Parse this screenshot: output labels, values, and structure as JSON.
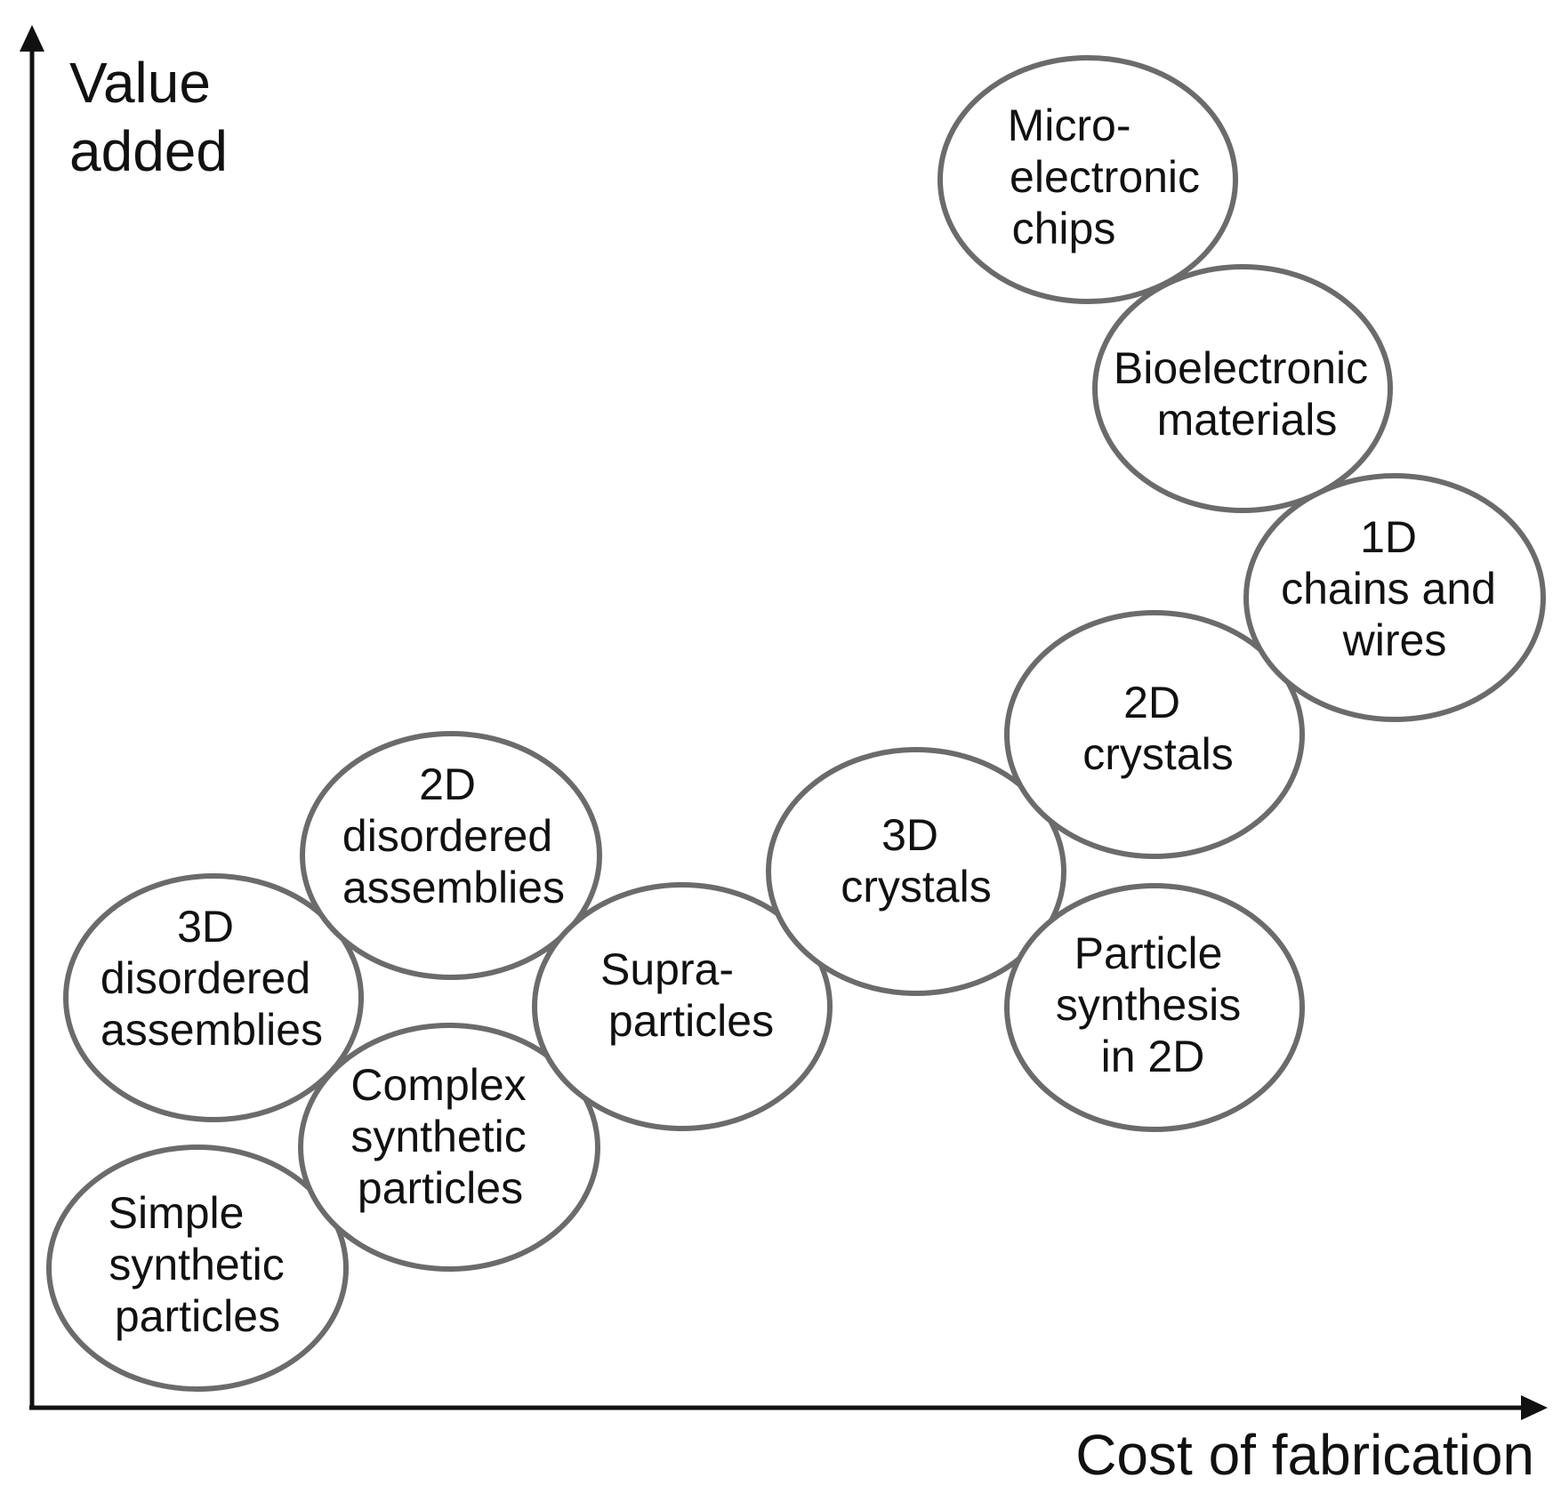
{
  "axes": {
    "y_label_lines": [
      "Value",
      "added"
    ],
    "x_label": "Cost of fabrication"
  },
  "nodes": [
    {
      "id": "simple-synthetic-particles",
      "lines": [
        "Simple",
        "synthetic",
        "particles"
      ]
    },
    {
      "id": "complex-synthetic-particles",
      "lines": [
        "Complex",
        "synthetic",
        "particles"
      ]
    },
    {
      "id": "3d-disordered-assemblies",
      "lines": [
        "3D",
        "disordered",
        "assemblies"
      ]
    },
    {
      "id": "2d-disordered-assemblies",
      "lines": [
        "2D",
        "disordered",
        "assemblies"
      ]
    },
    {
      "id": "supra-particles",
      "lines": [
        "Supra-",
        "particles"
      ]
    },
    {
      "id": "3d-crystals",
      "lines": [
        "3D",
        "crystals"
      ]
    },
    {
      "id": "particle-synthesis-in-2d",
      "lines": [
        "Particle",
        "synthesis",
        "in 2D"
      ]
    },
    {
      "id": "2d-crystals",
      "lines": [
        "2D",
        "crystals"
      ]
    },
    {
      "id": "1d-chains-and-wires",
      "lines": [
        "1D",
        "chains and",
        "wires"
      ]
    },
    {
      "id": "bioelectronic-materials",
      "lines": [
        "Bioelectronic",
        "materials"
      ]
    },
    {
      "id": "micro-electronic-chips",
      "lines": [
        "Micro-",
        "electronic",
        "chips"
      ]
    }
  ]
}
